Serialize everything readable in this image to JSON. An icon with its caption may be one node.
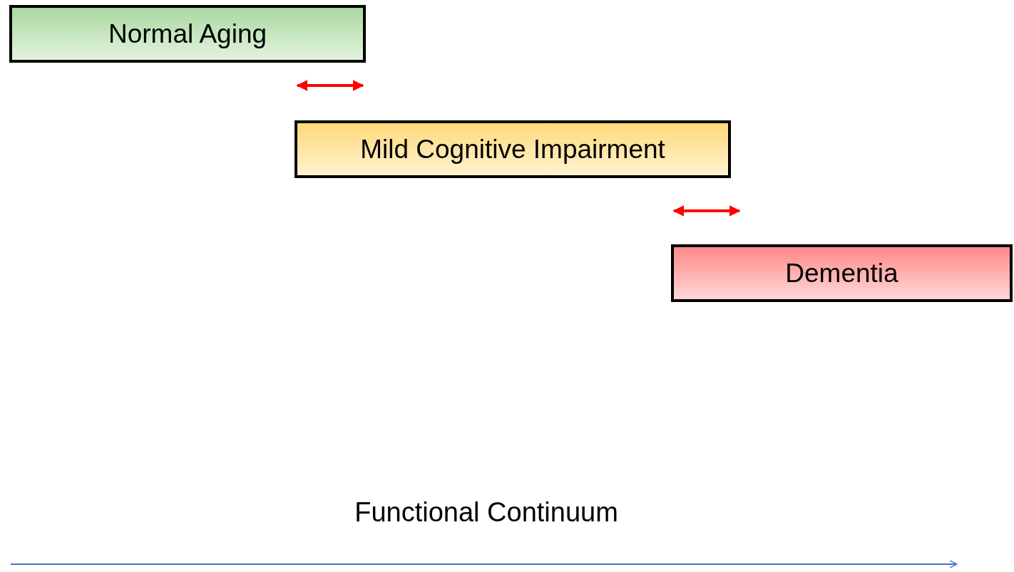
{
  "diagram": {
    "nodes": [
      {
        "text": [
          "Normal Aging"
        ]
      },
      {
        "text": [
          "Mild Cognitive Impairment"
        ]
      },
      {
        "text": [
          "Dementia"
        ]
      }
    ],
    "labels": [
      "Functional Continuum"
    ]
  }
}
